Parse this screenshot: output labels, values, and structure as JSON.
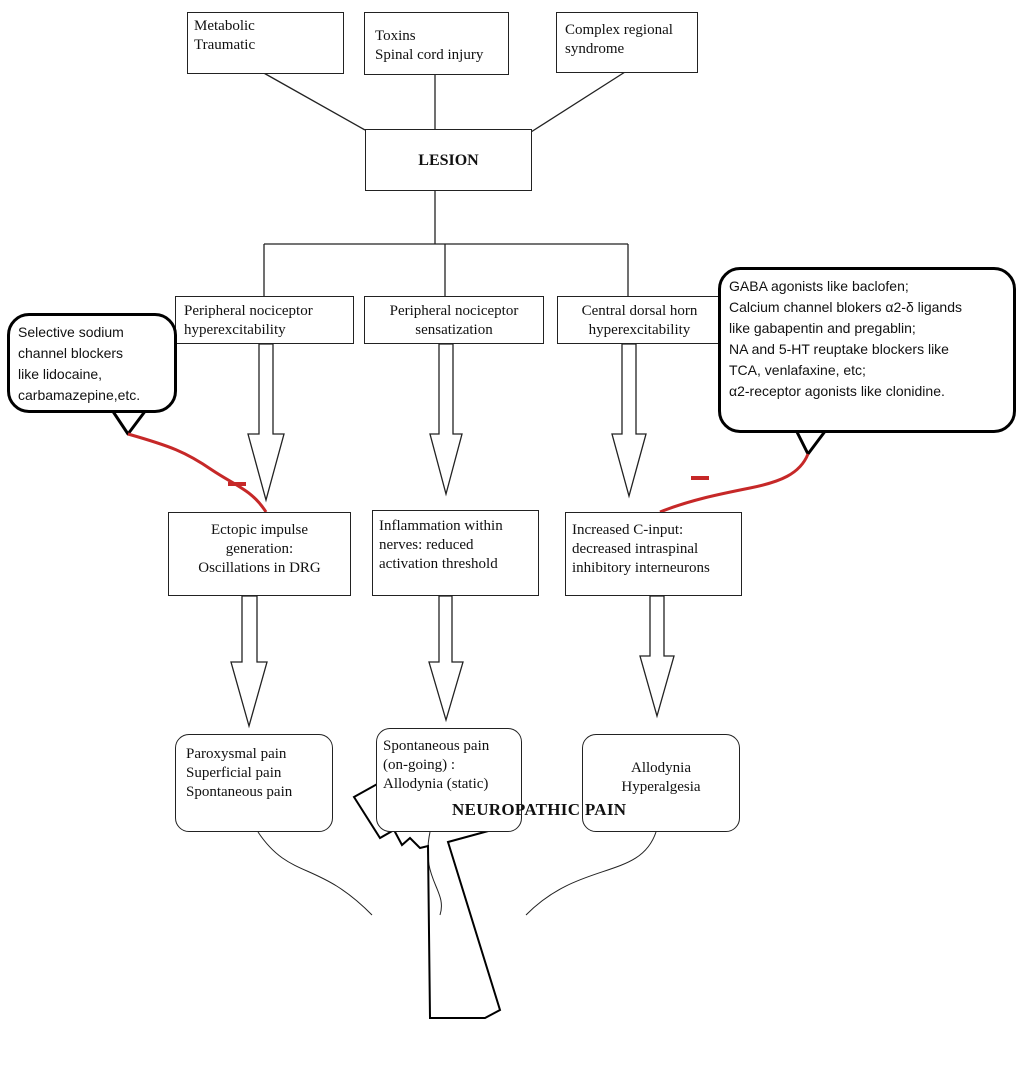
{
  "causes": [
    {
      "lines": [
        "Metabolic",
        "Traumatic"
      ]
    },
    {
      "lines": [
        "Toxins",
        "Spinal cord injury"
      ]
    },
    {
      "lines": [
        "Complex regional",
        "syndrome"
      ]
    }
  ],
  "lesion": "LESION",
  "mechanisms": [
    {
      "lines": [
        "Peripheral nociceptor",
        "hyperexcitability"
      ]
    },
    {
      "lines": [
        "Peripheral nociceptor",
        "sensatization"
      ]
    },
    {
      "lines": [
        "Central dorsal horn",
        "hyperexcitability"
      ]
    }
  ],
  "processes": [
    {
      "lines": [
        "Ectopic impulse",
        "generation:",
        "Oscillations in DRG"
      ]
    },
    {
      "lines": [
        "Inflammation within",
        "nerves: reduced",
        "activation threshold"
      ]
    },
    {
      "lines": [
        "Increased C-input:",
        "decreased intraspinal",
        "inhibitory interneurons"
      ]
    }
  ],
  "outcomes": [
    {
      "lines": [
        "Paroxysmal pain",
        "Superficial pain",
        "Spontaneous pain"
      ]
    },
    {
      "lines": [
        "Spontaneous pain",
        "(on-going) :",
        "Allodynia (static)"
      ]
    },
    {
      "lines": [
        "Allodynia",
        "Hyperalgesia"
      ]
    }
  ],
  "callout_left": {
    "lines": [
      "Selective sodium",
      "channel blockers",
      "like lidocaine,",
      "carbamazepine,etc."
    ]
  },
  "callout_right": {
    "lines": [
      "GABA agonists like baclofen;",
      "Calcium channel blokers α2-δ ligands",
      "like gabapentin and pregablin;",
      "NA and 5-HT reuptake blockers like",
      "TCA, venlafaxine, etc;",
      "α2-receptor agonists like clonidine."
    ]
  },
  "inhibition_symbol": "–",
  "final": "NEUROPATHIC PAIN",
  "colors": {
    "inhibition": "#c62828",
    "stroke": "#222222"
  },
  "icons": [
    "down-arrow-icon",
    "lightning-bolt-icon"
  ]
}
